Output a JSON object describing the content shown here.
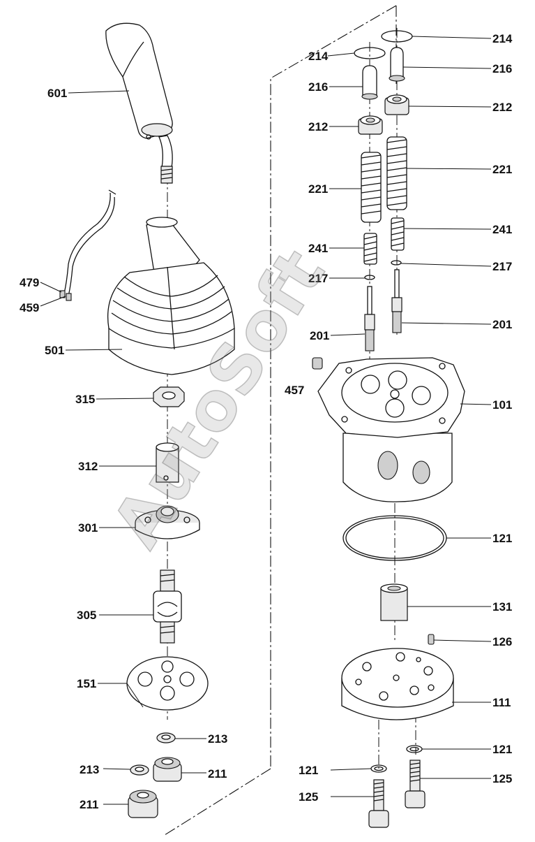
{
  "watermark": "AutoSoft",
  "callouts": {
    "c601": "601",
    "c479": "479",
    "c459": "459",
    "c501": "501",
    "c315": "315",
    "c312": "312",
    "c301": "301",
    "c305": "305",
    "c151": "151",
    "c213a": "213",
    "c213b": "213",
    "c211a": "211",
    "c211b": "211",
    "c214a": "214",
    "c214b": "214",
    "c216a": "216",
    "c216b": "216",
    "c212a": "212",
    "c212b": "212",
    "c221a": "221",
    "c221b": "221",
    "c241a": "241",
    "c241b": "241",
    "c217a": "217",
    "c217b": "217",
    "c201a": "201",
    "c201b": "201",
    "c457": "457",
    "c101": "101",
    "c121a": "121",
    "c131": "131",
    "c126": "126",
    "c111": "111",
    "c121b": "121",
    "c121c": "121",
    "c125a": "125",
    "c125b": "125"
  }
}
